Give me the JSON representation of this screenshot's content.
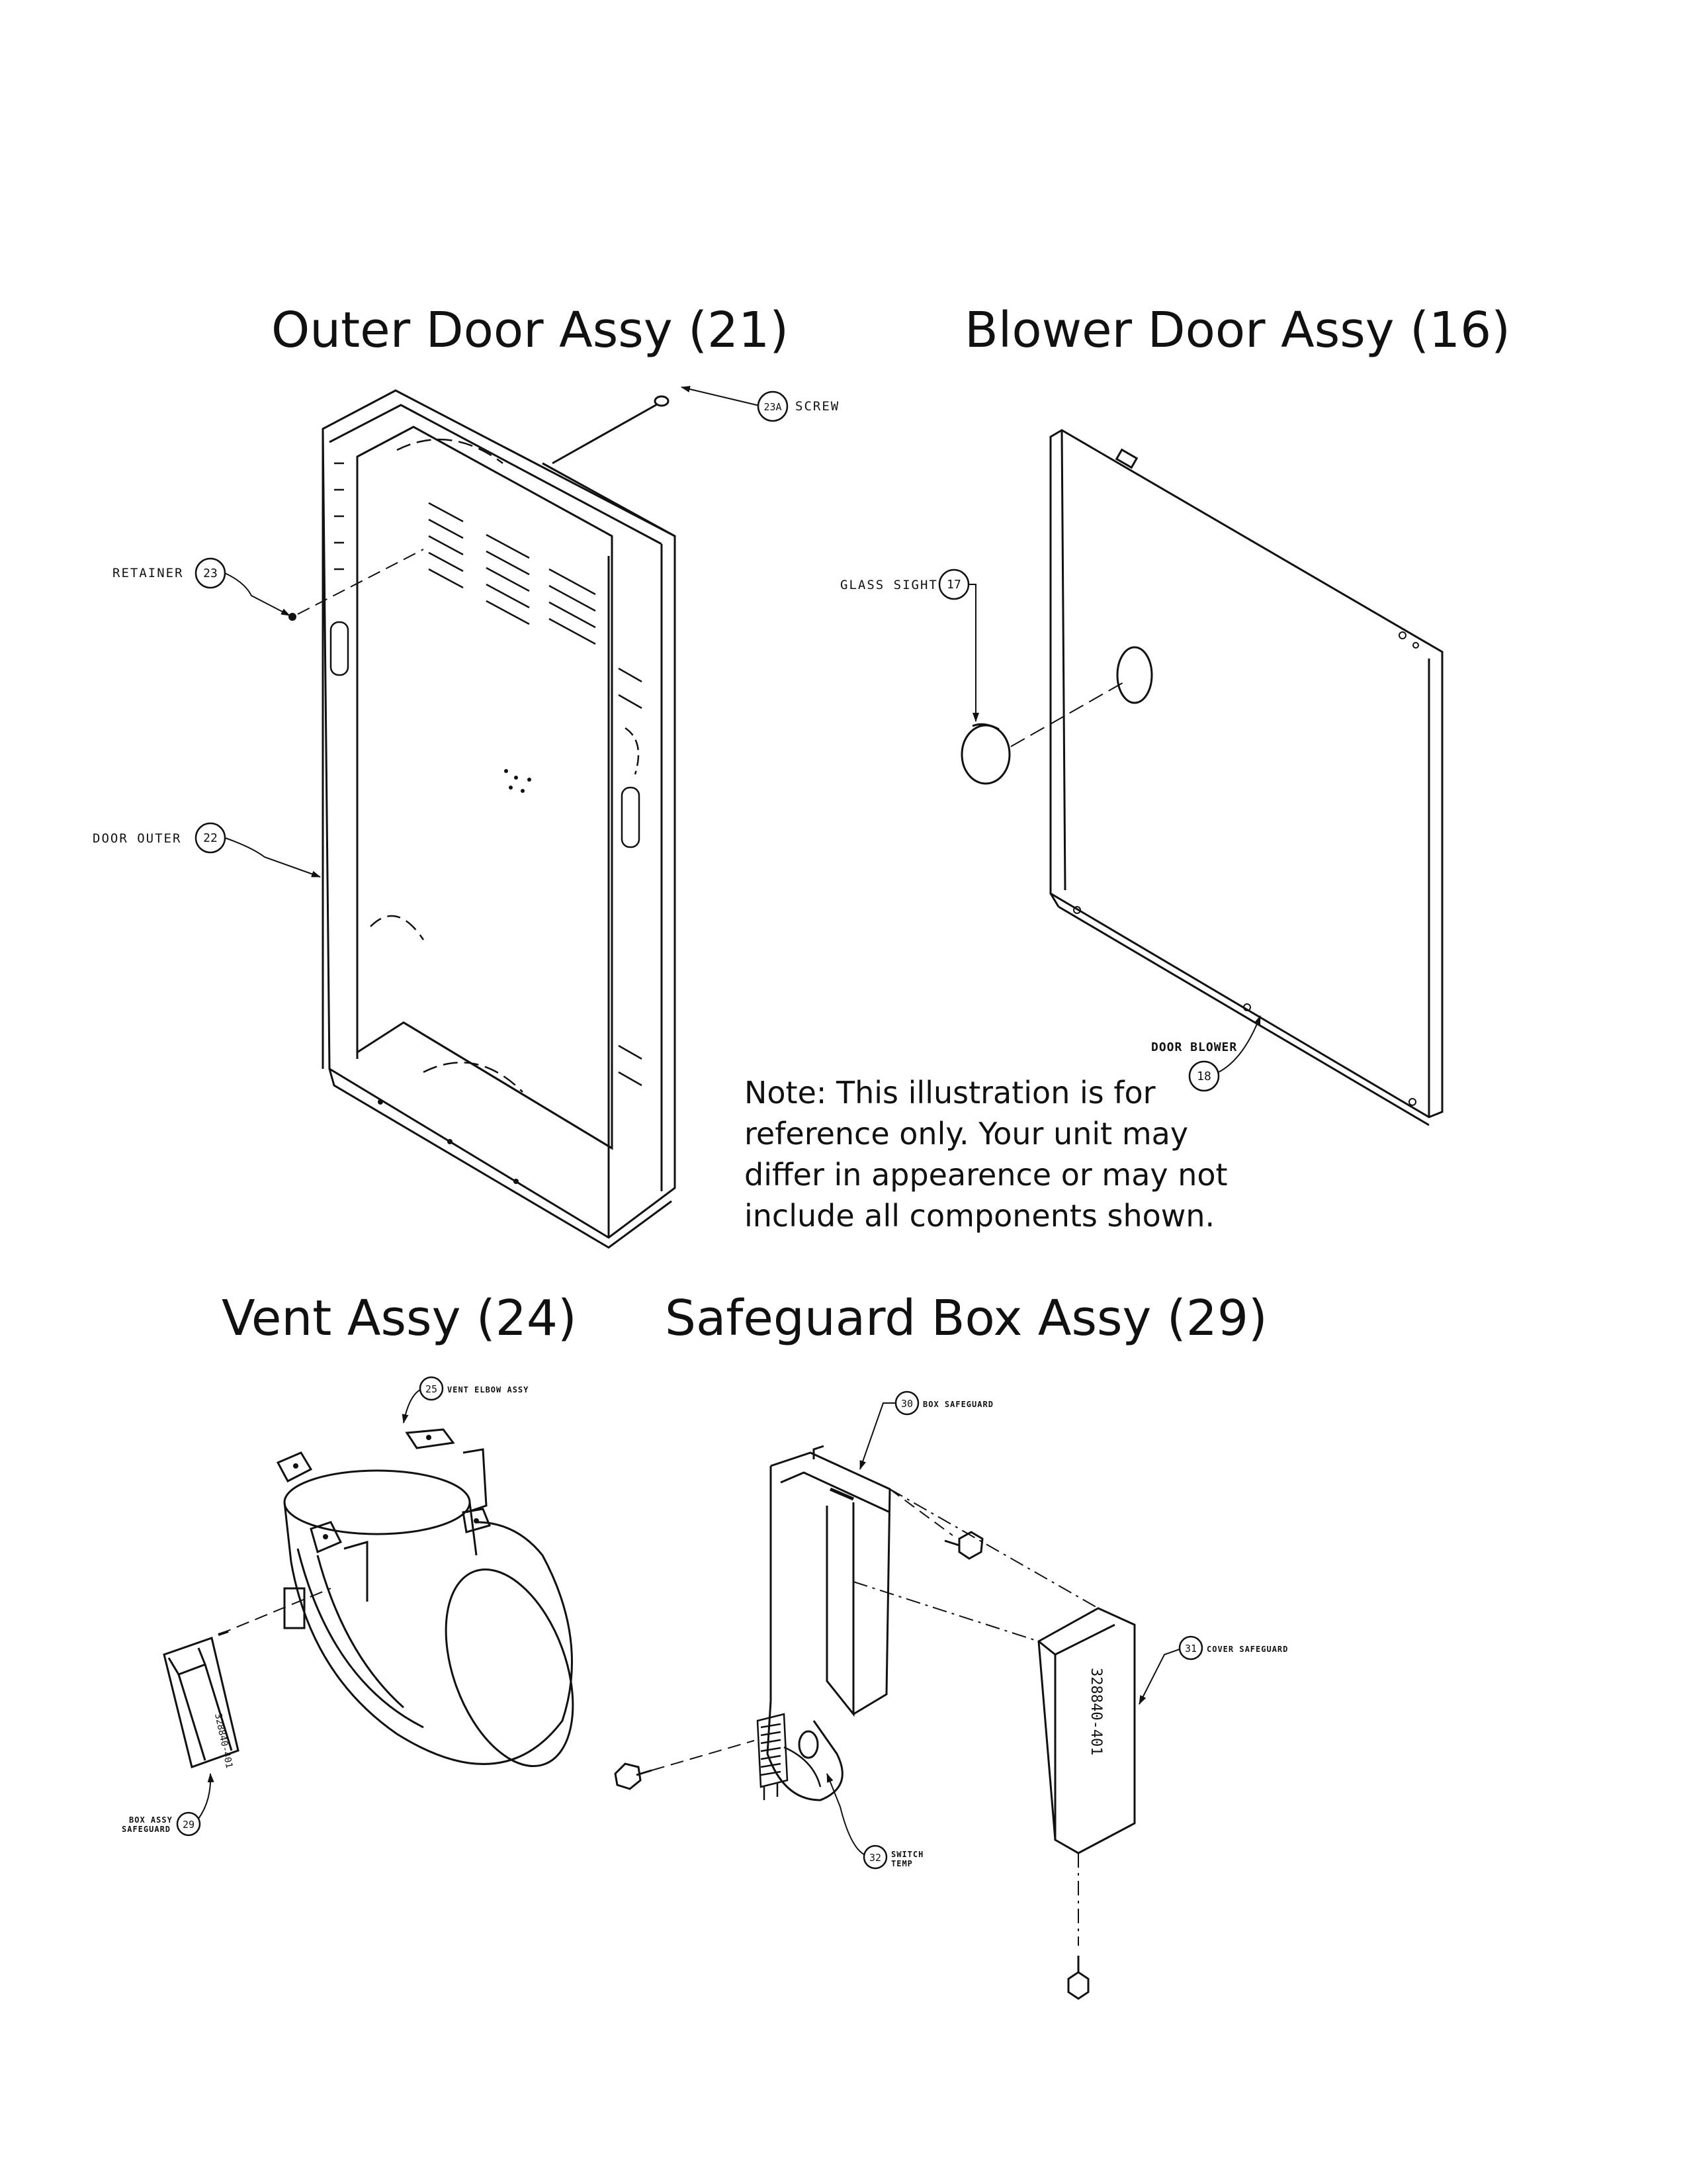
{
  "titles": {
    "outer_door": "Outer Door Assy (21)",
    "blower_door": "Blower Door Assy (16)",
    "vent": "Vent Assy (24)",
    "safeguard_box": "Safeguard Box Assy (29)"
  },
  "note_lines": [
    "Note: This illustration is for",
    "reference only. Your unit may",
    "differ in appearence or may not",
    "include all components shown."
  ],
  "callouts": {
    "screw": {
      "number": "23A",
      "label": "SCREW"
    },
    "retainer": {
      "number": "23",
      "label": "RETAINER"
    },
    "door_outer": {
      "number": "22",
      "label": "DOOR OUTER"
    },
    "glass_sight": {
      "number": "17",
      "label": "GLASS SIGHT"
    },
    "door_blower": {
      "number": "18",
      "label": "DOOR BLOWER"
    },
    "vent_elbow": {
      "number": "25",
      "label": "VENT ELBOW ASSY"
    },
    "box_assy_safeguard": {
      "number": "29",
      "label_line1": "BOX ASSY",
      "label_line2": "SAFEGUARD"
    },
    "box_safeguard": {
      "number": "30",
      "label": "BOX SAFEGUARD"
    },
    "cover_safeguard": {
      "number": "31",
      "label": "COVER SAFEGUARD"
    },
    "switch_temp": {
      "number": "32",
      "label_line1": "SWITCH",
      "label_line2": "TEMP"
    }
  },
  "part_markings": {
    "cover_part_number": "328840-401"
  }
}
